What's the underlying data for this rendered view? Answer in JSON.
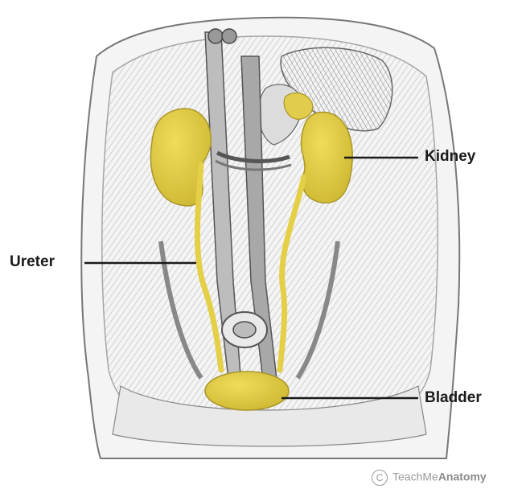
{
  "labels": {
    "kidney": "Kidney",
    "ureter": "Ureter",
    "bladder": "Bladder"
  },
  "credit": {
    "symbol": "C",
    "prefix": "TeachMe",
    "suffix": "Anatomy"
  },
  "colors": {
    "highlight": "#e7d146",
    "highlight_dark": "#c9b32d",
    "line_art": "#6e6e6e",
    "background": "#ffffff"
  }
}
